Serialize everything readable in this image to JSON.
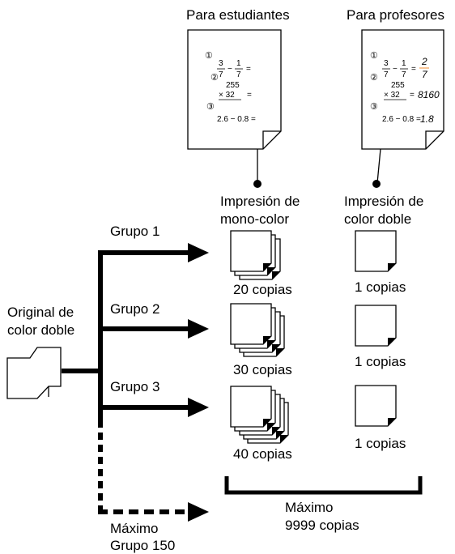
{
  "top_labels": {
    "students": "Para estudiantes",
    "teachers": "Para profesores"
  },
  "worksheet": {
    "markers": [
      "①",
      "②",
      "③"
    ],
    "frac_a_num": "3",
    "frac_a_den": "7",
    "minus": "−",
    "frac_b_num": "1",
    "frac_b_den": "7",
    "equals": "=",
    "mult_top": "255",
    "mult_row": "× 32",
    "decimal_expr": "2.6 − 0.8 =",
    "answer_frac_num": "2",
    "answer_frac_den": "7",
    "answer_mult": "8160",
    "answer_decimal": "1.8",
    "answer_color": "#f28a2e"
  },
  "print_types": {
    "mono": [
      "Impresión de",
      "mono-color"
    ],
    "dual": [
      "Impresión de",
      "color doble"
    ]
  },
  "original": [
    "Original de",
    "color doble"
  ],
  "groups": [
    {
      "label": "Grupo 1",
      "mono_copies": "20 copias",
      "dual_copies": "1 copias"
    },
    {
      "label": "Grupo 2",
      "mono_copies": "30 copias",
      "dual_copies": "1 copias"
    },
    {
      "label": "Grupo 3",
      "mono_copies": "40 copias",
      "dual_copies": "1 copias"
    }
  ],
  "max_group": [
    "Máximo",
    "Grupo 150"
  ],
  "max_copies": [
    "Máximo",
    "9999 copias"
  ]
}
